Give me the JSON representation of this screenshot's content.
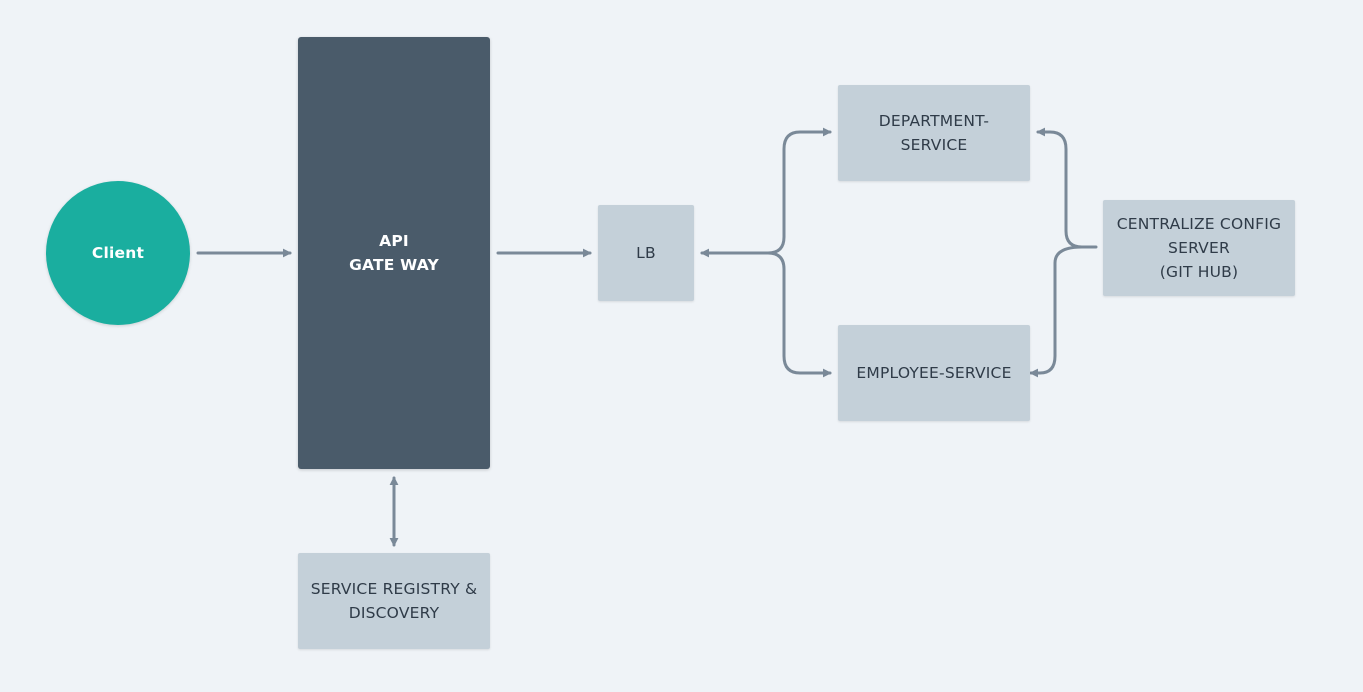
{
  "colors": {
    "background": "#eff3f7",
    "client_fill": "#1aae9f",
    "gateway_fill": "#4a5b6a",
    "service_fill": "#c4d0d9",
    "connector": "#7a8998",
    "light_text": "#2f3b48"
  },
  "nodes": {
    "client": {
      "label": "Client"
    },
    "gateway": {
      "lines": [
        "API",
        "GATE WAY"
      ]
    },
    "registry": {
      "lines": [
        "SERVICE REGISTRY &",
        "DISCOVERY"
      ]
    },
    "lb": {
      "label": "LB"
    },
    "department": {
      "lines": [
        "DEPARTMENT-",
        "SERVICE"
      ]
    },
    "employee": {
      "label": "EMPLOYEE-SERVICE"
    },
    "config": {
      "lines": [
        "CENTRALIZE CONFIG",
        "SERVER",
        "(GIT HUB)"
      ]
    }
  },
  "edges": [
    {
      "from": "client",
      "to": "gateway",
      "direction": "forward"
    },
    {
      "from": "gateway",
      "to": "lb",
      "direction": "forward"
    },
    {
      "from": "gateway",
      "to": "registry",
      "direction": "both"
    },
    {
      "from": "lb",
      "to": "department",
      "direction": "both"
    },
    {
      "from": "lb",
      "to": "employee",
      "direction": "both"
    },
    {
      "from": "config",
      "to": "department",
      "direction": "forward"
    },
    {
      "from": "config",
      "to": "employee",
      "direction": "forward"
    }
  ]
}
